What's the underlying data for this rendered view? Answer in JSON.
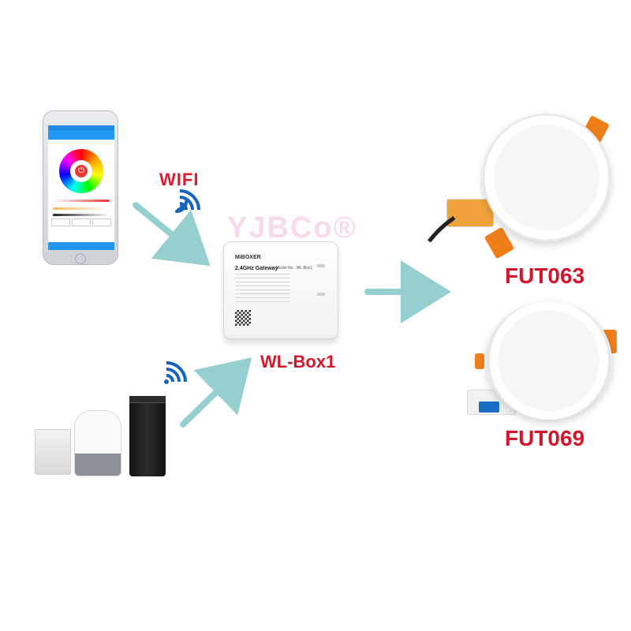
{
  "labels": {
    "wifi": "WIFI",
    "gateway": "WL-Box1",
    "light1": "FUT063",
    "light2": "FUT069",
    "watermark": "YJBCo®"
  },
  "gateway": {
    "brand": "MiBOXER",
    "title": "2.4GHz Gateway",
    "model": "Model No.: WL-Box1"
  },
  "colors": {
    "label_red": "#d5152a",
    "arrow": "#96cfd0",
    "wifi_blue": "#1565c0",
    "app_blue": "#2196f3",
    "clip_orange": "#f07f1a"
  },
  "icons": [
    "wifi-signal-icon",
    "arrow-icon",
    "smartphone-icon",
    "smart-speaker-icon",
    "downlight-icon"
  ]
}
